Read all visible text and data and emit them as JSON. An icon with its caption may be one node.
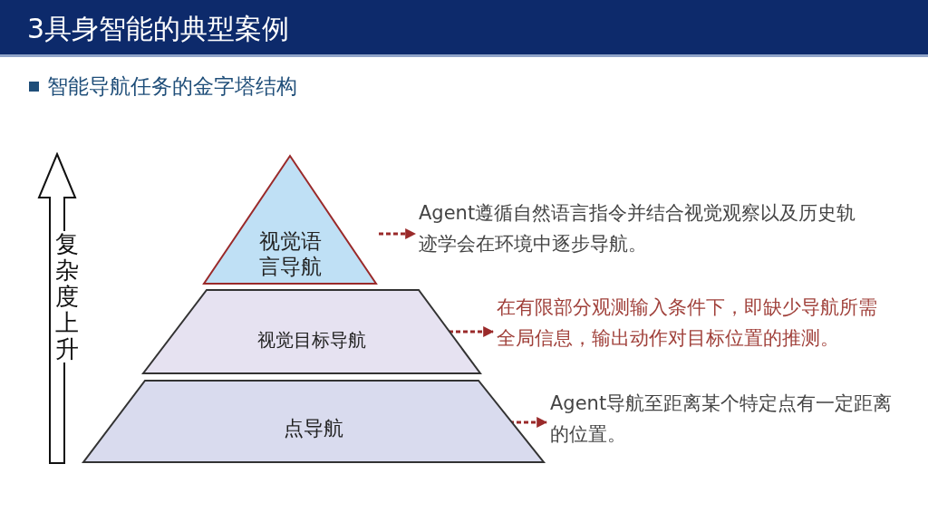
{
  "diagram": {
    "title": "3具身智能的典型案例",
    "nodes": [
      {
        "text": [
          "视觉语言导航"
        ]
      },
      {
        "text": [
          "视觉目标导航"
        ]
      },
      {
        "text": [
          "点导航"
        ]
      },
      {
        "text": [
          "Agent遵循自然语言指令并结合视觉观察以及历史轨迹学会在环境中逐步导航。"
        ]
      },
      {
        "text": [
          "在有限部分观测输入条件下，即缺少导航所需全局信息，输出动作对目标位置的推测。"
        ]
      },
      {
        "text": [
          "Agent导航至距离某个特定点有一定距离的位置。"
        ]
      }
    ],
    "edges": [
      {
        "from": 0,
        "to": 3,
        "arrow": "to",
        "style": "dashed"
      },
      {
        "from": 1,
        "to": 4,
        "arrow": "to",
        "style": "dashed"
      },
      {
        "from": 2,
        "to": 5,
        "arrow": "to",
        "style": "dashed"
      }
    ],
    "labels": [
      "智能导航任务的金字塔结构",
      "复杂度上升"
    ]
  }
}
